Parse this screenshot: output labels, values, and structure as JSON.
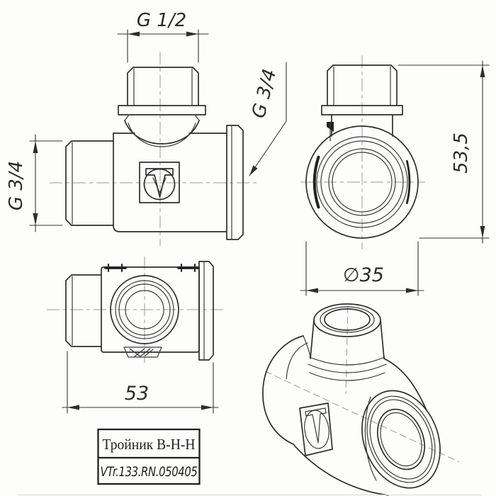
{
  "drawing": {
    "product": {
      "name": "Тройник В-Н-Н",
      "article": "VTr.133.RN.050405"
    },
    "dimensions": {
      "top_branch_thread": "G 1/2",
      "left_outlet_thread": "G 3/4",
      "right_outlet_thread": "G 3/4",
      "overall_height": "53,5",
      "flange_diameter": "∅35",
      "overall_length": "53"
    },
    "colors": {
      "line": "#2e2e2e",
      "centerline": "#9a9a9a",
      "text": "#2a2a2a",
      "background": "#ffffff"
    }
  }
}
